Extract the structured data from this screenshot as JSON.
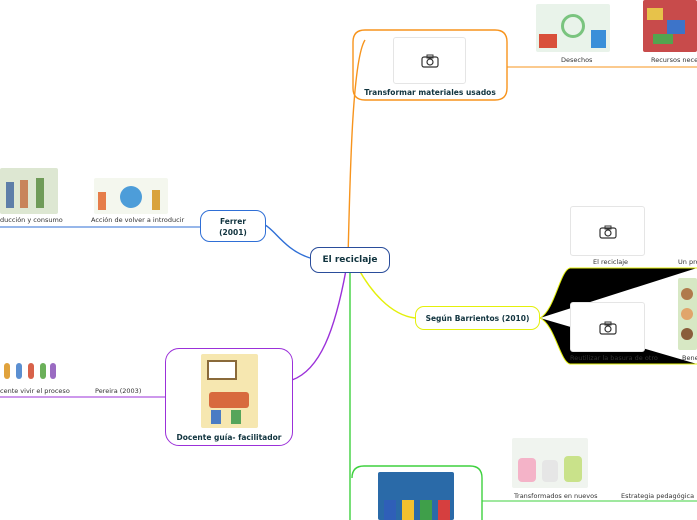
{
  "central": {
    "title": "El reciclaje"
  },
  "branches": {
    "transformar": {
      "title": "Transformar materiales usados",
      "sub1": "Desechos",
      "sub2": "Recursos necesa"
    },
    "ferrer": {
      "title_line1": "Ferrer",
      "title_line2": "(2001)",
      "sub1": "Acción de volver a introducir",
      "sub2": "ducción y consumo"
    },
    "barrientos": {
      "title": "Según Barrientos (2010)",
      "sub1": "El reciclaje",
      "sub1b": "Un pro",
      "sub2": "Reutilizar la basura de otro",
      "sub2b": "Bene"
    },
    "docente": {
      "title": "Docente guía- facilitador",
      "sub1": "Pereira (2003)",
      "sub2": "cente vivir el proceso"
    },
    "estrategia": {
      "sub1": "Transformados en nuevos",
      "sub2": "Estrategia pedagógica"
    }
  },
  "colors": {
    "orange": "#f7941d",
    "blue": "#2f6fd6",
    "yellow": "#e4f00b",
    "purple": "#9b30d9",
    "green": "#3fd13f"
  },
  "icons": [
    "camera-icon"
  ]
}
